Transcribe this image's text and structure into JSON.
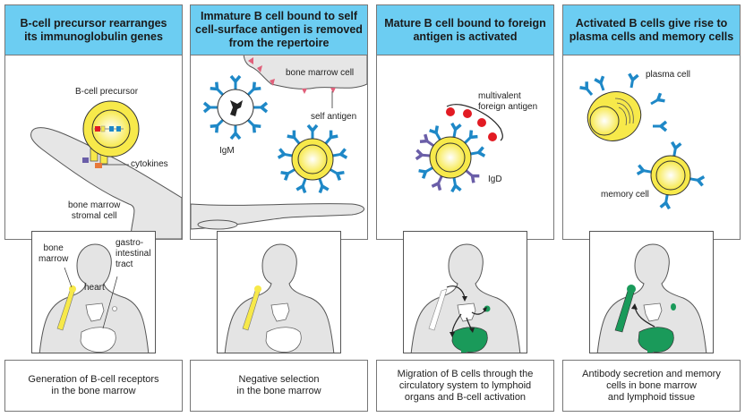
{
  "colors": {
    "header": "#6ccdf2",
    "cell_yellow": "#f7e94a",
    "antibody": "#1e88c7",
    "igd": "#6a5ea8",
    "lymphoid_green": "#1a9a5a",
    "antigen_red": "#e21b23",
    "self_antigen": "#e0607a",
    "tissue_gray": "#e6e6e6"
  },
  "panels": [
    {
      "title": "B-cell precursor rearranges\nits immunoglobulin genes",
      "labels": {
        "cell": "B-cell precursor",
        "cytokines": "cytokines",
        "stromal": "bone marrow\nstromal cell"
      },
      "body_labels": {
        "bone_marrow": "bone\nmarrow",
        "gi": "gastro-\nintestinal\ntract",
        "heart": "heart"
      },
      "caption": "Generation of B-cell receptors\nin the bone marrow"
    },
    {
      "title": "Immature B cell bound to self\ncell-surface antigen is removed\nfrom the repertoire",
      "labels": {
        "bm_cell": "bone marrow cell",
        "self_antigen": "self antigen",
        "igm": "IgM"
      },
      "caption": "Negative selection\nin the bone marrow"
    },
    {
      "title": "Mature B cell bound to foreign\nantigen is activated",
      "labels": {
        "antigen": "multivalent\nforeign antigen",
        "igd": "IgD"
      },
      "caption": "Migration of B cells through the\ncirculatory system to lymphoid\norgans and B-cell activation"
    },
    {
      "title": "Activated B cells give rise to\nplasma cells and memory cells",
      "labels": {
        "plasma": "plasma cell",
        "memory": "memory cell"
      },
      "caption": "Antibody secretion and memory\ncells in bone marrow\nand lymphoid tissue"
    }
  ]
}
